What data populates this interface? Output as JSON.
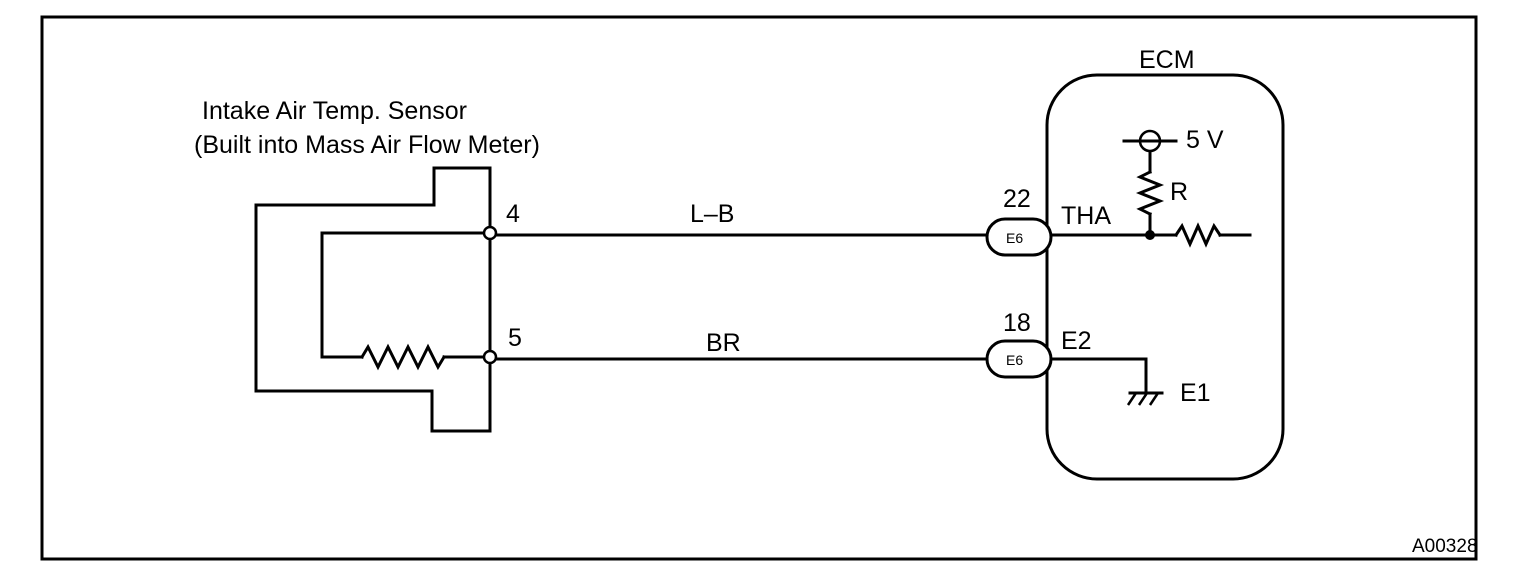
{
  "sensor": {
    "name_line1": "Intake Air Temp. Sensor",
    "name_line2": "(Built into Mass Air Flow Meter)",
    "pin_top": "4",
    "pin_bottom": "5"
  },
  "wires": {
    "top_color": "L–B",
    "bottom_color": "BR"
  },
  "ecm": {
    "title": "ECM",
    "supply": "5 V",
    "resistor": "R",
    "pin_top_number": "22",
    "pin_top_connector": "E6",
    "pin_top_signal": "THA",
    "pin_bottom_number": "18",
    "pin_bottom_connector": "E6",
    "pin_bottom_signal": "E2",
    "ground": "E1"
  },
  "figure_code": "A00328"
}
